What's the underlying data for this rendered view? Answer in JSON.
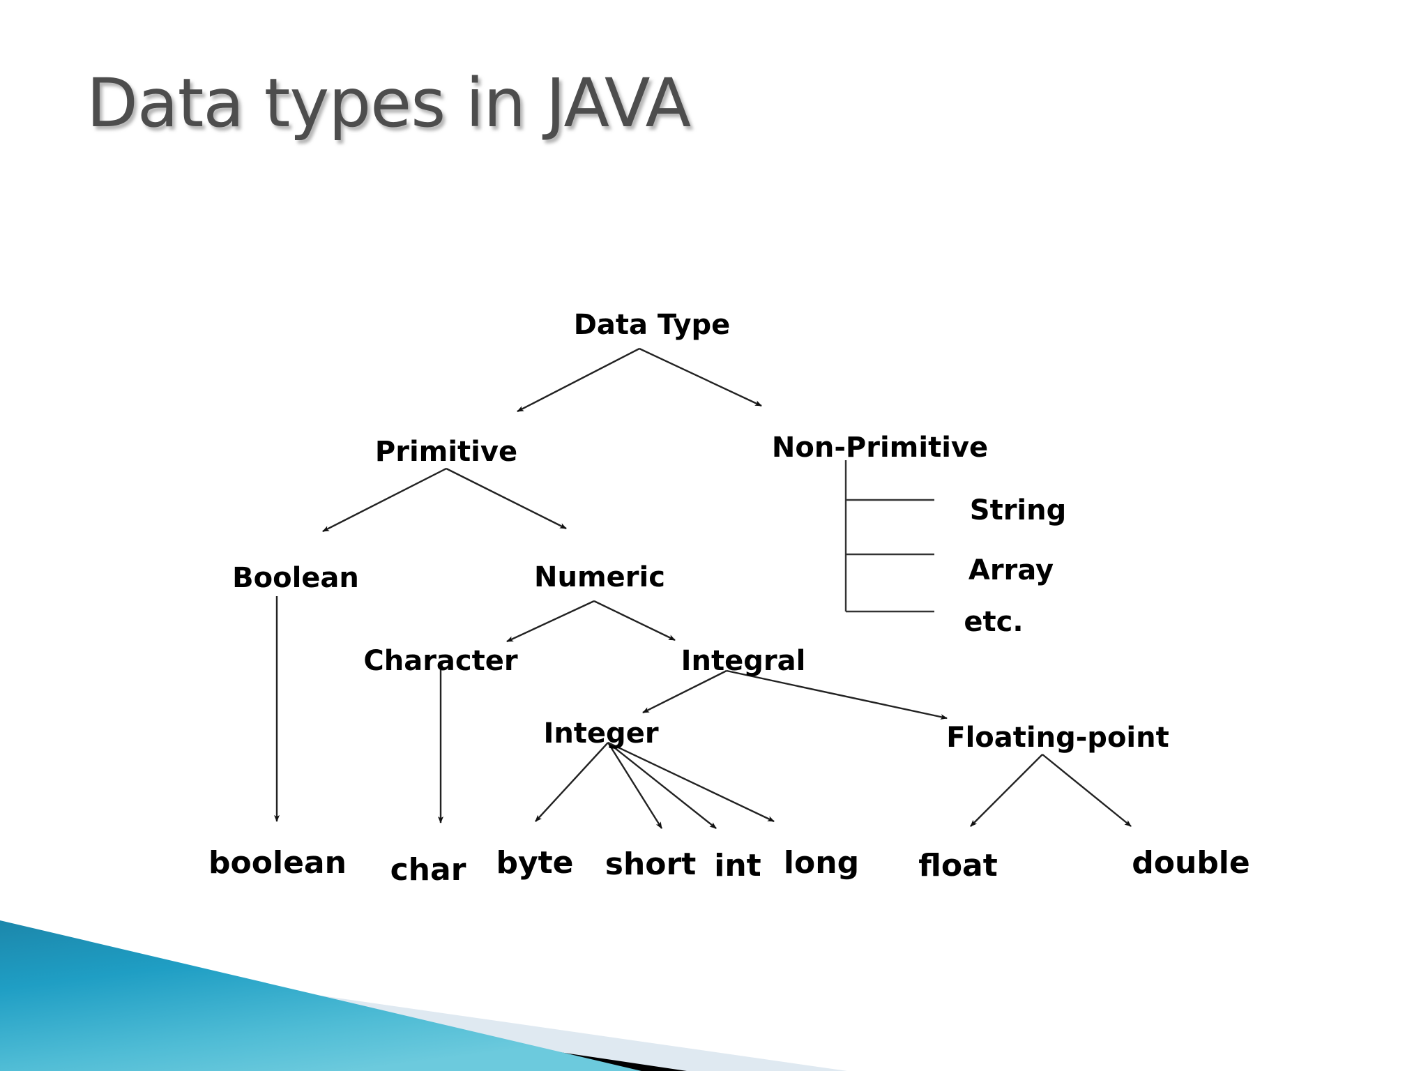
{
  "slide": {
    "title": "Data types in JAVA",
    "title_color": "#4d4d4d",
    "background_color": "#ffffff"
  },
  "decoration": {
    "name": "bottom-left-diagonal-banner",
    "teal_color": "#1f9ec4",
    "teal_color_light": "#63c6dc",
    "black_color": "#000000",
    "pale_color": "#dfe9f1"
  },
  "diagram": {
    "type": "tree",
    "root": "Data Type",
    "nodes": {
      "data_type": "Data Type",
      "primitive": "Primitive",
      "non_primitive": "Non-Primitive",
      "boolean_cat": "Boolean",
      "numeric": "Numeric",
      "character": "Character",
      "integral": "Integral",
      "integer": "Integer",
      "floating_point": "Floating-point",
      "string": "String",
      "array": "Array",
      "etc": "etc."
    },
    "leaves": {
      "boolean": "boolean",
      "char": "char",
      "byte": "byte",
      "short": "short",
      "int": "int",
      "long": "long",
      "float": "float",
      "double": "double"
    },
    "edges": [
      {
        "from": "Data Type",
        "to": "Primitive"
      },
      {
        "from": "Data Type",
        "to": "Non-Primitive"
      },
      {
        "from": "Non-Primitive",
        "to": "String"
      },
      {
        "from": "Non-Primitive",
        "to": "Array"
      },
      {
        "from": "Non-Primitive",
        "to": "etc."
      },
      {
        "from": "Primitive",
        "to": "Boolean"
      },
      {
        "from": "Primitive",
        "to": "Numeric"
      },
      {
        "from": "Boolean",
        "to": "boolean"
      },
      {
        "from": "Numeric",
        "to": "Character"
      },
      {
        "from": "Numeric",
        "to": "Integral"
      },
      {
        "from": "Character",
        "to": "char"
      },
      {
        "from": "Integral",
        "to": "Integer"
      },
      {
        "from": "Integral",
        "to": "Floating-point"
      },
      {
        "from": "Integer",
        "to": "byte"
      },
      {
        "from": "Integer",
        "to": "short"
      },
      {
        "from": "Integer",
        "to": "int"
      },
      {
        "from": "Integer",
        "to": "long"
      },
      {
        "from": "Floating-point",
        "to": "float"
      },
      {
        "from": "Floating-point",
        "to": "double"
      }
    ]
  }
}
